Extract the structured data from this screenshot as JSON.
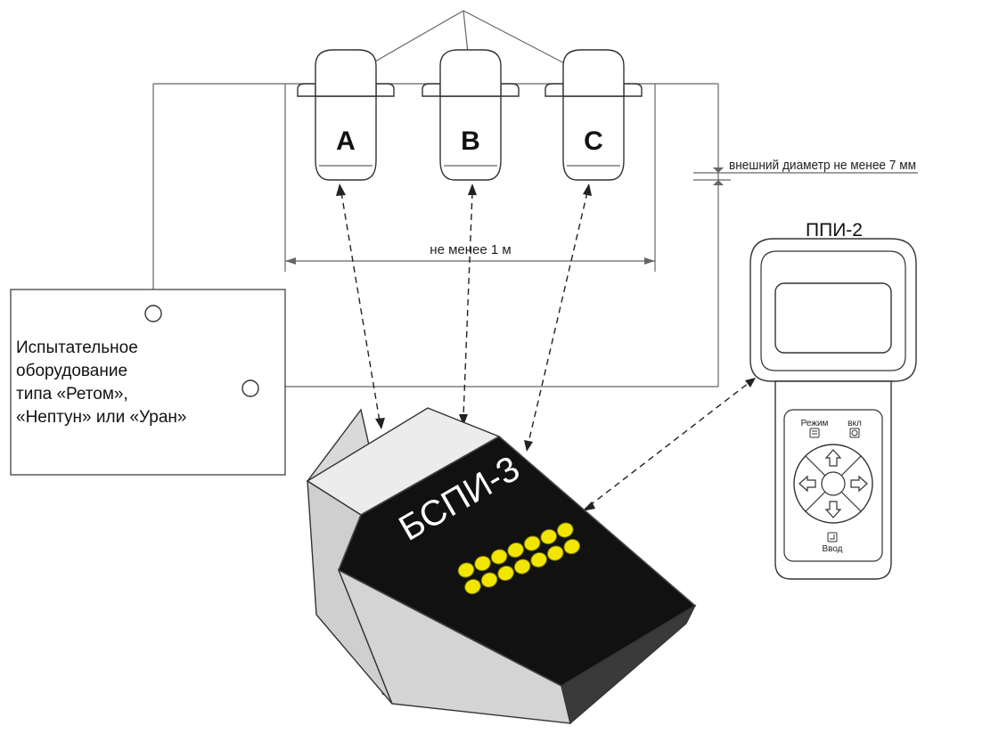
{
  "sensors": [
    {
      "label": "A"
    },
    {
      "label": "B"
    },
    {
      "label": "C"
    }
  ],
  "dimensions": {
    "spacing": "не менее 1 м",
    "diameter": "внешний диаметр не менее 7 мм"
  },
  "test_equipment": {
    "lines": [
      "Испытательное",
      "оборудование",
      "типа «Ретом»,",
      "«Нептун» или «Уран»"
    ]
  },
  "bspi": {
    "title": "БСПИ-3",
    "indicator_count": 14
  },
  "ppi": {
    "title": "ППИ-2",
    "mode_label": "Режим",
    "power_label": "вкл",
    "enter_label": "Ввод"
  },
  "colors": {
    "lamp": "#f2e600",
    "panel": "#111111",
    "case": "#d9d9d9"
  }
}
